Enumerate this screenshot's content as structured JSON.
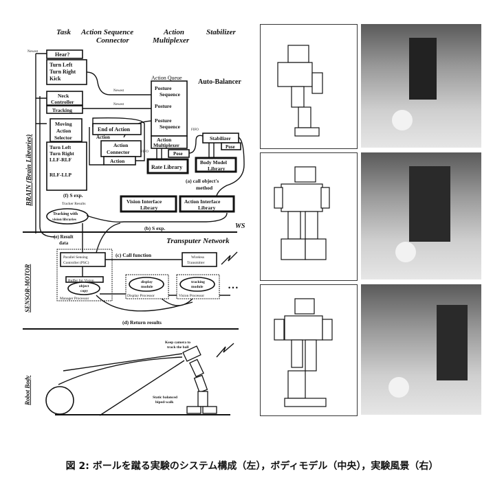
{
  "diagram": {
    "columns": {
      "task": "Task",
      "asc": [
        "Action Sequence",
        "Connector"
      ],
      "am": [
        "Action",
        "Multiplexer"
      ],
      "stab": "Stabilizer"
    },
    "hear": "Hear?",
    "turn_kick": [
      "Turn Left",
      "Turn Right",
      "Kick"
    ],
    "neck": [
      "Neck",
      "Controller"
    ],
    "tracking": "Tracking",
    "moving": [
      "Moving",
      "Action",
      "Selector"
    ],
    "turn_llp": [
      "Turn Left",
      "Turn Right",
      "LLF-RLF"
    ],
    "rlf_llp": "RLF-LLP",
    "action_queue": "Action Queue",
    "auto_balancer": "Auto-Balancer",
    "posture_seq": [
      "Posture",
      "Sequence"
    ],
    "posture": "Posture",
    "end_action": "End of Action",
    "action_small": "Action",
    "action_connector": [
      "Action",
      "Connector"
    ],
    "action": "Action",
    "action_mux": [
      "Action",
      "Multiplexer"
    ],
    "stabilizer": "Stabilizer",
    "pose": "Pose",
    "fifo": "FIFO",
    "newest": "Newest",
    "rate_library": "Rate Library",
    "body_model": [
      "Body Model",
      "Library"
    ],
    "call_method": [
      "(a) call object's",
      "method"
    ],
    "vision_lib": [
      "Vision Interface",
      "Library"
    ],
    "action_lib": [
      "Action Interface",
      "Library"
    ],
    "s_exp_f": "(f) S exp.",
    "tracker_results": "Tracker Results",
    "tracking_vision": [
      "Tracking with",
      "vision libraries"
    ],
    "b_s_exp": "(b) S exp.",
    "ws": "WS",
    "brain": "BRAIN (Brain Libraries)",
    "transputer": "Transputer Network",
    "result_data": [
      "(e) Result",
      "data"
    ],
    "psc": [
      "Parallel Sensing",
      "Controller (PSC)"
    ],
    "call_function": "(c) Call function",
    "wireless": [
      "Wireless",
      "Transmitter"
    ],
    "buffer": "Buffer for Vision",
    "object_copy": [
      "object",
      "copy"
    ],
    "manager": "Manager Processor",
    "display_module": [
      "display",
      "module"
    ],
    "tracking_module": [
      "tracking",
      "module"
    ],
    "display_proc": "Display Processor",
    "vision_proc": "Vision Processor",
    "ellipsis": "• • •",
    "return_results": "(d) Return results",
    "sensor_motor": "SENSOR-MOTOR",
    "keep_camera": [
      "Keep camera to",
      "track the ball"
    ],
    "static_walk": [
      "Static balanced",
      "biped-walk"
    ],
    "robot_body": "Robot Body"
  },
  "caption": "図 2: ボールを蹴る実験のシステム構成（左），ボディモデル（中央），実験風景（右）"
}
